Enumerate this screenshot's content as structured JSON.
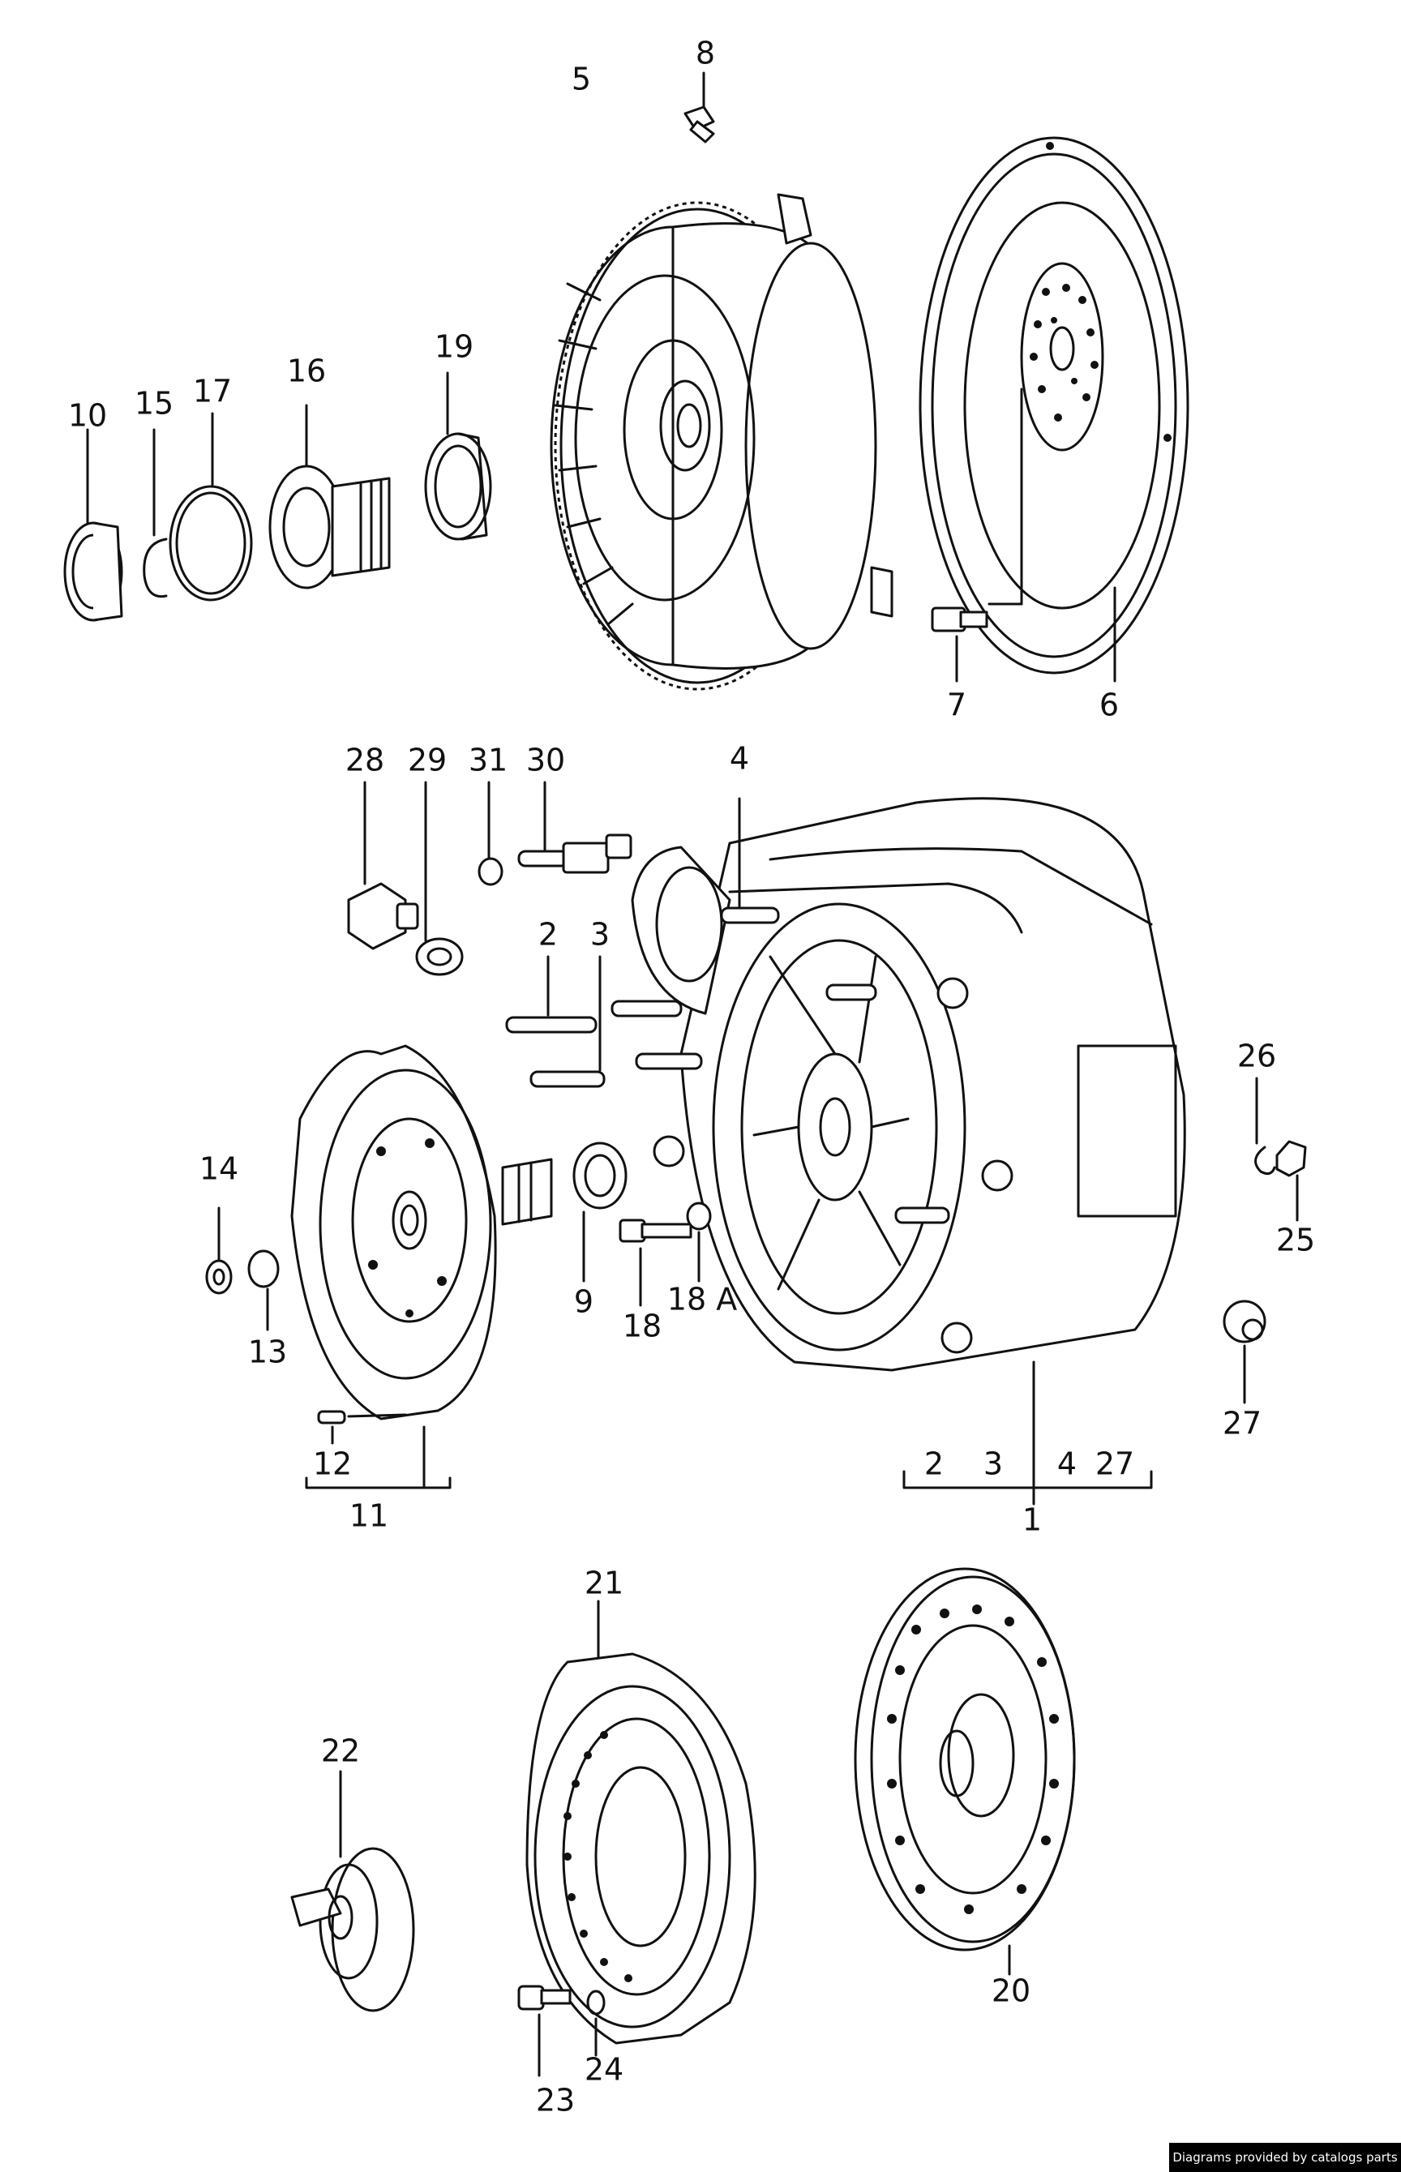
{
  "callouts": {
    "l1": "1",
    "l2a": "2",
    "l3a": "3",
    "l4a": "4",
    "l5": "5",
    "l6": "6",
    "l7": "7",
    "l8": "8",
    "l9": "9",
    "l10": "10",
    "l11": "11",
    "l12": "12",
    "l13": "13",
    "l14": "14",
    "l15": "15",
    "l16": "16",
    "l17": "17",
    "l18": "18",
    "l18a": "18 A",
    "l19": "19",
    "l20": "20",
    "l21": "21",
    "l22": "22",
    "l23": "23",
    "l24": "24",
    "l25": "25",
    "l26": "26",
    "l27": "27",
    "l28": "28",
    "l29": "29",
    "l30": "30",
    "l31": "31",
    "g2": "2",
    "g3": "3",
    "g4": "4",
    "g27": "27"
  },
  "footer": {
    "credit": "Diagrams provided by catalogs parts"
  },
  "colors": {
    "ink": "#111111",
    "paper": "#ffffff",
    "footer_bg": "#000000",
    "footer_text": "#ffffff"
  }
}
